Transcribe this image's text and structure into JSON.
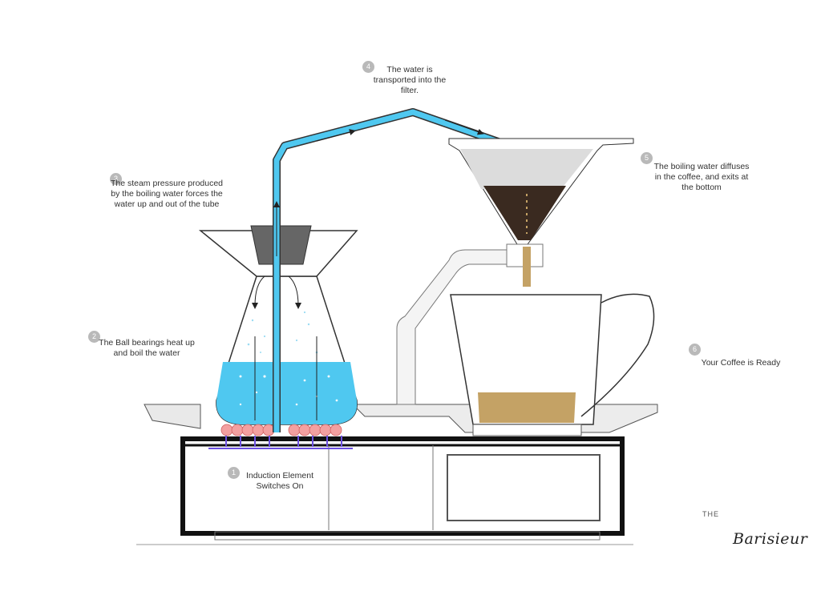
{
  "steps": [
    {
      "num": "1",
      "text": "Induction Element Switches On"
    },
    {
      "num": "2",
      "text": "The Ball bearings heat up and boil the water"
    },
    {
      "num": "3",
      "text": "The steam pressure produced by the boiling water forces the water up and out of the tube"
    },
    {
      "num": "4",
      "text": "The water is transported into the filter."
    },
    {
      "num": "5",
      "text": "The boiling water diffuses in the coffee, and exits at the bottom"
    },
    {
      "num": "6",
      "text": "Your Coffee is Ready"
    }
  ],
  "logo": {
    "prefix": "THE",
    "wordmark": "Barisieur"
  },
  "colors": {
    "water": "#4fc8f0",
    "coffee": "#c4a265",
    "ground_coffee": "#3a2a20",
    "bearing": "#f3a0a0",
    "coil": "#6b4fe0"
  }
}
